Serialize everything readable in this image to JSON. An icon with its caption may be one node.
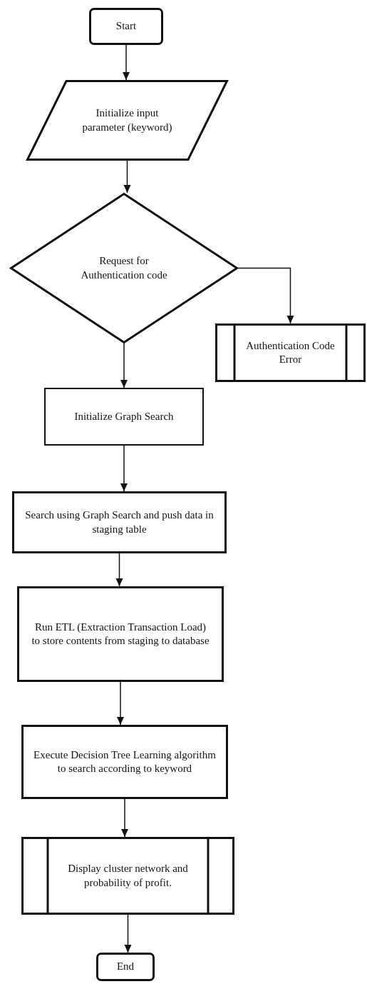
{
  "diagram": {
    "nodes": [
      {
        "text": [
          "Start"
        ]
      },
      {
        "text": [
          "Initialize input parameter (keyword)"
        ]
      },
      {
        "text": [
          "Request for Authentication code"
        ]
      },
      {
        "text": [
          "Authentication Code Error"
        ]
      },
      {
        "text": [
          "Initialize Graph Search"
        ]
      },
      {
        "text": [
          "Search using Graph Search and push data in staging table"
        ]
      },
      {
        "text": [
          "Run ETL (Extraction Transaction Load) to store contents from staging to database"
        ]
      },
      {
        "text": [
          "Execute Decision Tree Learning algorithm to search according to keyword"
        ]
      },
      {
        "text": [
          "Display cluster network and probability of profit."
        ]
      },
      {
        "text": [
          "End"
        ]
      }
    ],
    "edges": [
      {
        "from": 0,
        "to": 1,
        "arrow": "to"
      },
      {
        "from": 1,
        "to": 2,
        "arrow": "to"
      },
      {
        "from": 2,
        "to": 3,
        "arrow": "to"
      },
      {
        "from": 2,
        "to": 4,
        "arrow": "to"
      },
      {
        "from": 4,
        "to": 5,
        "arrow": "to"
      },
      {
        "from": 5,
        "to": 6,
        "arrow": "to"
      },
      {
        "from": 6,
        "to": 7,
        "arrow": "to"
      },
      {
        "from": 7,
        "to": 8,
        "arrow": "to"
      },
      {
        "from": 8,
        "to": 9,
        "arrow": "to"
      }
    ]
  }
}
